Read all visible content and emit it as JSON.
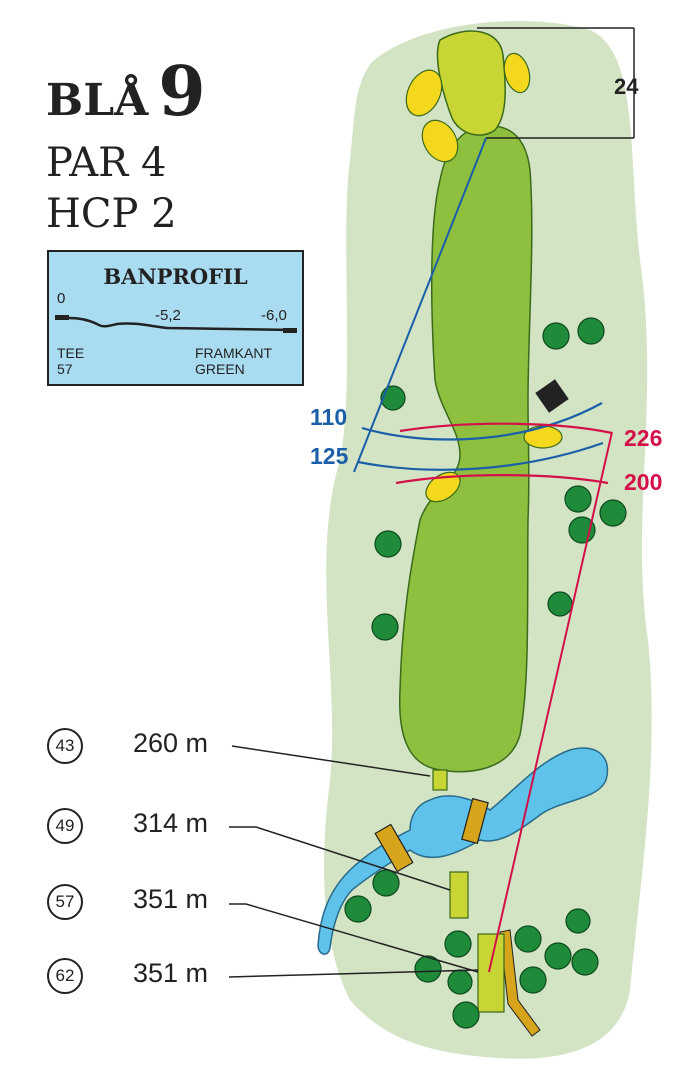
{
  "hole": {
    "label": "BLÅ",
    "number": "9",
    "par": "PAR 4",
    "hcp": "HCP 2"
  },
  "profile": {
    "title": "BANPROFIL",
    "start_value": "0",
    "mid_value": "-5,2",
    "end_value": "-6,0",
    "left_label_line1": "TEE",
    "left_label_line2": "57",
    "right_label_line1": "FRAMKANT",
    "right_label_line2": "GREEN"
  },
  "green_depth": "24",
  "layup_left": {
    "near": "110",
    "far": "125",
    "color": "#1a5fa8"
  },
  "layup_right": {
    "far": "226",
    "near": "200",
    "color": "#d4104a"
  },
  "tees": [
    {
      "rating": "43",
      "distance": "260 m"
    },
    {
      "rating": "49",
      "distance": "314 m"
    },
    {
      "rating": "57",
      "distance": "351 m"
    },
    {
      "rating": "62",
      "distance": "351 m"
    }
  ],
  "colors": {
    "rough": "#d3e4c4",
    "fairway": "#8ebf3e",
    "green": "#c8d534",
    "bunker": "#f4d81e",
    "water": "#5ec2ea",
    "tree": "#1e8a3a",
    "bridge": "#d6a51c"
  }
}
